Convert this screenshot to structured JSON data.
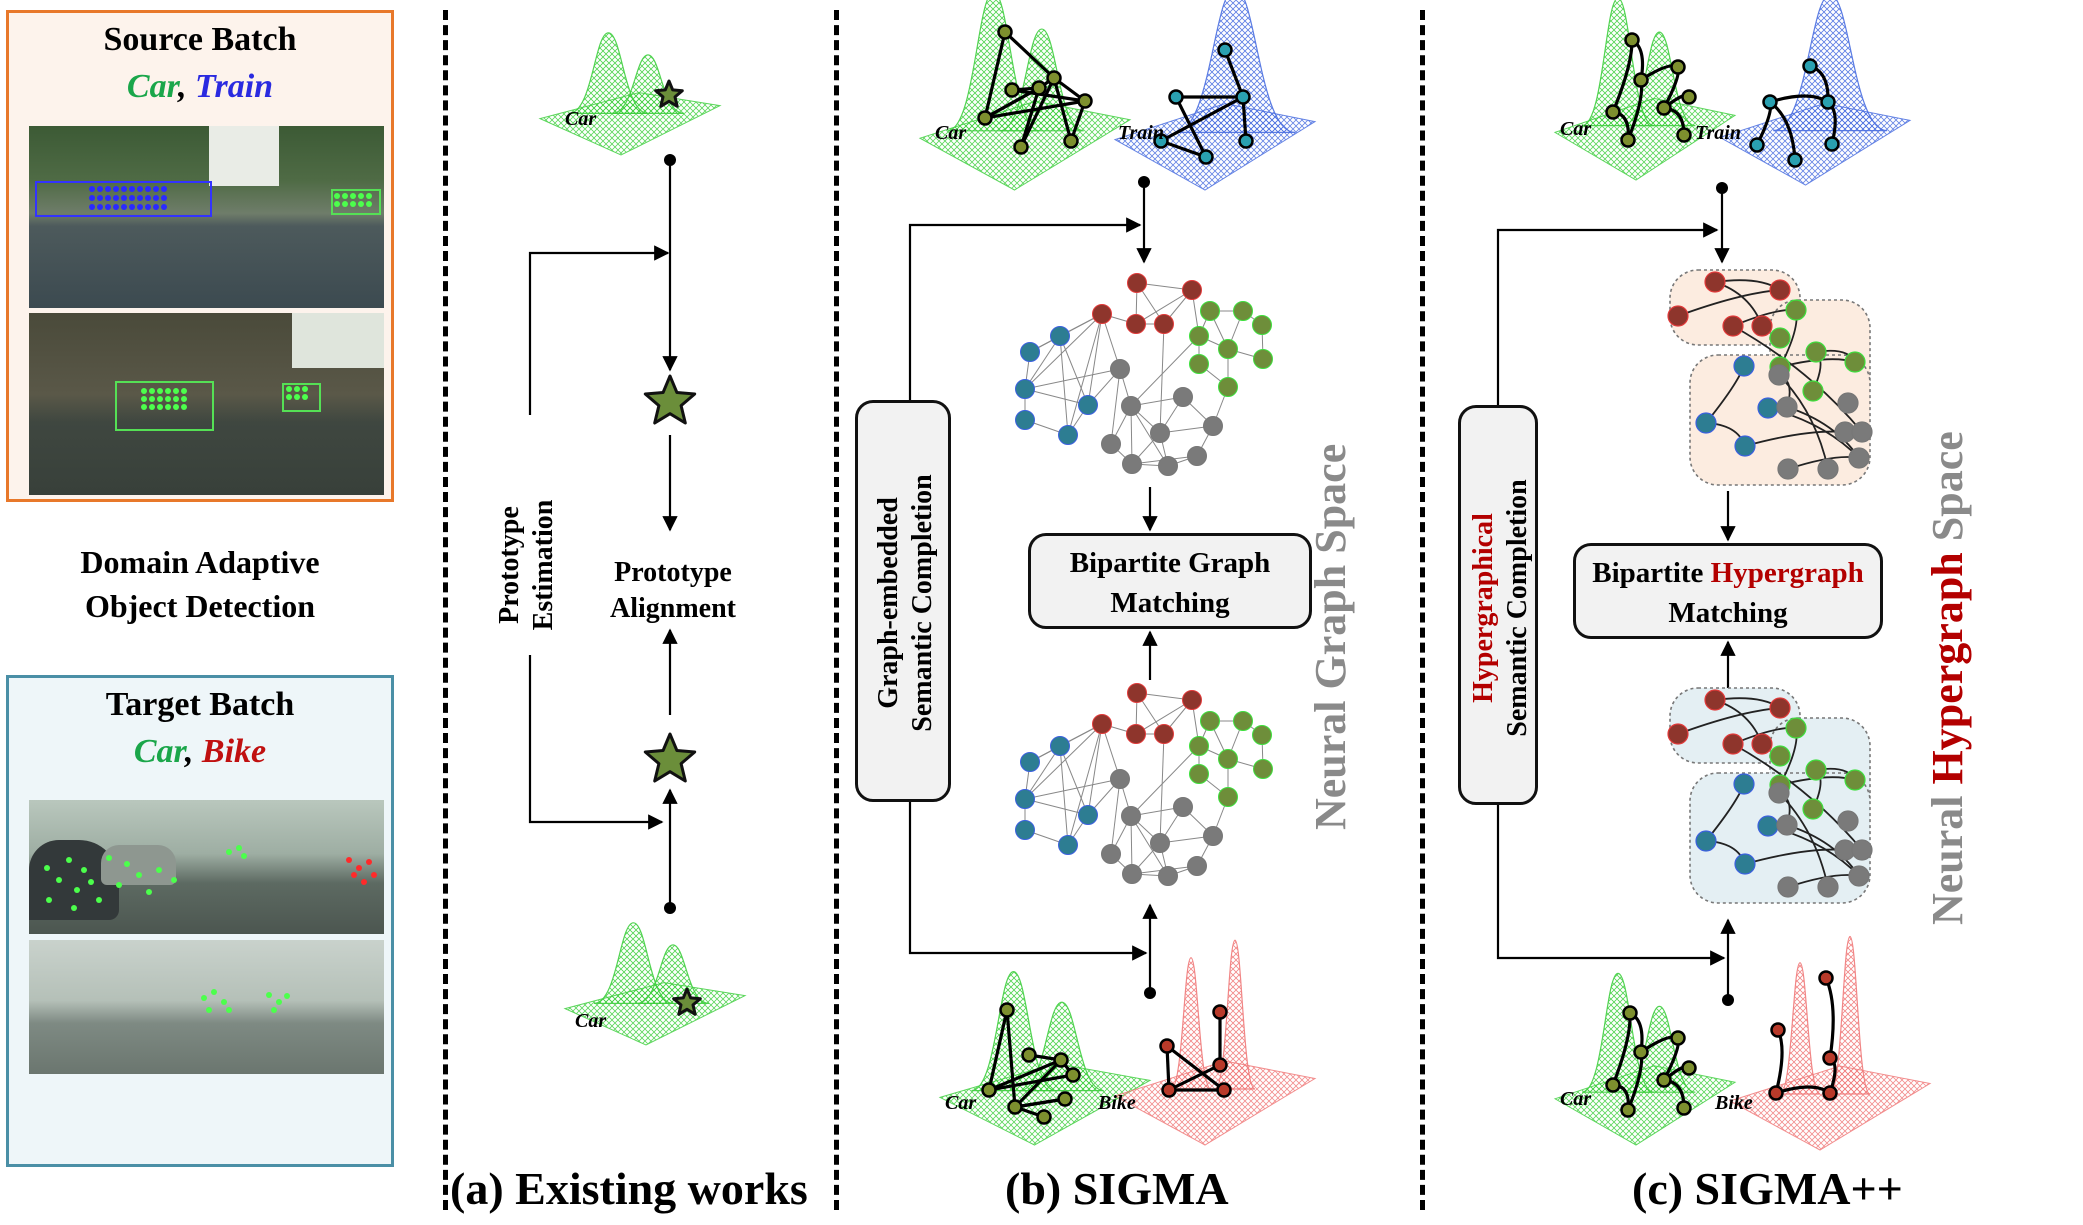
{
  "left_panel": {
    "source": {
      "title": "Source Batch",
      "class_a": "Car",
      "sep": ", ",
      "class_b": "Train"
    },
    "target": {
      "title": "Target Batch",
      "class_a": "Car",
      "sep": ", ",
      "class_b": "Bike"
    },
    "task_line1": "Domain Adaptive",
    "task_line2": "Object Detection"
  },
  "panel_a": {
    "caption": "(a) Existing works",
    "estimation_line1": "Prototype",
    "estimation_line2": "Estimation",
    "alignment_line1": "Prototype",
    "alignment_line2": "Alignment",
    "top_dist_label": "Car",
    "bottom_dist_label": "Car"
  },
  "panel_b": {
    "caption": "(b) SIGMA",
    "completion_line1": "Graph-embedded",
    "completion_line2": "Semantic Completion",
    "matching_line1": "Bipartite Graph",
    "matching_line2": "Matching",
    "space_label_1": "Neural ",
    "space_label_2": "Graph",
    "space_label_3": " Space",
    "top_labels": [
      "Car",
      "Train"
    ],
    "bottom_labels": [
      "Car",
      "Bike"
    ]
  },
  "panel_c": {
    "caption": "(c) SIGMA++",
    "completion_line1": "Hypergraphical",
    "completion_line2": "Semantic Completion",
    "matching_line1a": "Bipartite ",
    "matching_line1b": "Hypergraph",
    "matching_line2": "Matching",
    "space_label_1": "Neural ",
    "space_label_2": "Hypergraph",
    "space_label_3": " Space",
    "top_labels": [
      "Car",
      "Train"
    ],
    "bottom_labels": [
      "Car",
      "Bike"
    ]
  },
  "colors": {
    "car_green": "#1aa64a",
    "train_blue": "#2a2ae0",
    "bike_red": "#c01010",
    "hyper_red": "#b30000",
    "space_gray": "#8a8a8a",
    "source_border": "#e8782a",
    "target_border": "#4a8fa6",
    "node_red": "#8e352c",
    "node_green": "#6e8e3a",
    "node_blue": "#2d7d92",
    "node_gray": "#7a7a7a",
    "star_fill": "#6b8e3a"
  }
}
